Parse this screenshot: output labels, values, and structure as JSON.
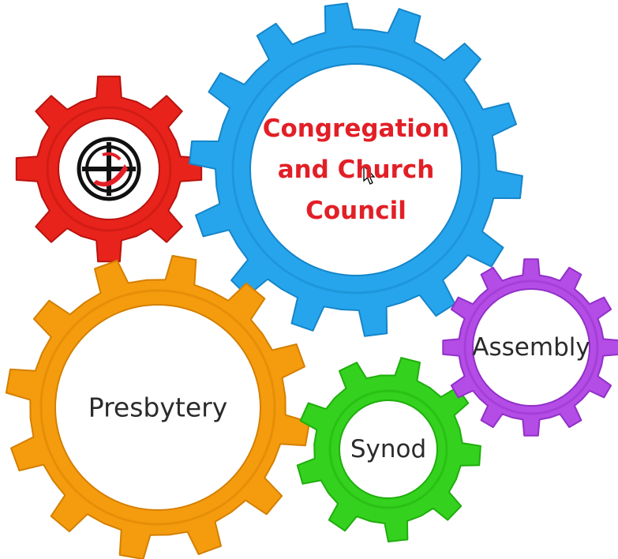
{
  "gears": [
    {
      "id": "logo",
      "color": "#e8231c",
      "dark": "#b8130f",
      "icon": "uniting-church-logo-icon"
    },
    {
      "id": "congregation",
      "color": "#27a5ec",
      "dark": "#1585c9",
      "label_lines": [
        "Congregation",
        "and Church",
        "Council"
      ],
      "label_color": "#e21f26"
    },
    {
      "id": "presbytery",
      "color": "#f49c0e",
      "dark": "#d47f00",
      "label": "Presbytery"
    },
    {
      "id": "synod",
      "color": "#34d11e",
      "dark": "#1fae0c",
      "label": "Synod"
    },
    {
      "id": "assembly",
      "color": "#b44ce6",
      "dark": "#9230c8",
      "label": "Assembly"
    }
  ],
  "cursor_icon": "mouse-pointer-icon"
}
